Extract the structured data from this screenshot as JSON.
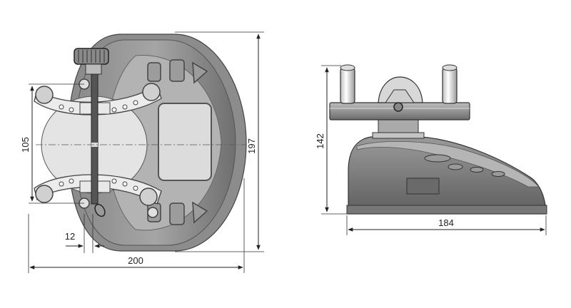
{
  "dimensions": {
    "height_top_view": "197",
    "bracket_spacing": "105",
    "offset": "12",
    "width_top_view": "200",
    "height_side_view": "142",
    "width_side_view": "184"
  },
  "colors": {
    "body_dark": "#7b7b7b",
    "body_mid": "#9a9a9a",
    "body_light": "#c9c9c9",
    "display": "#d9d9d9",
    "bracket": "#e6e6e6",
    "line": "#333333"
  }
}
